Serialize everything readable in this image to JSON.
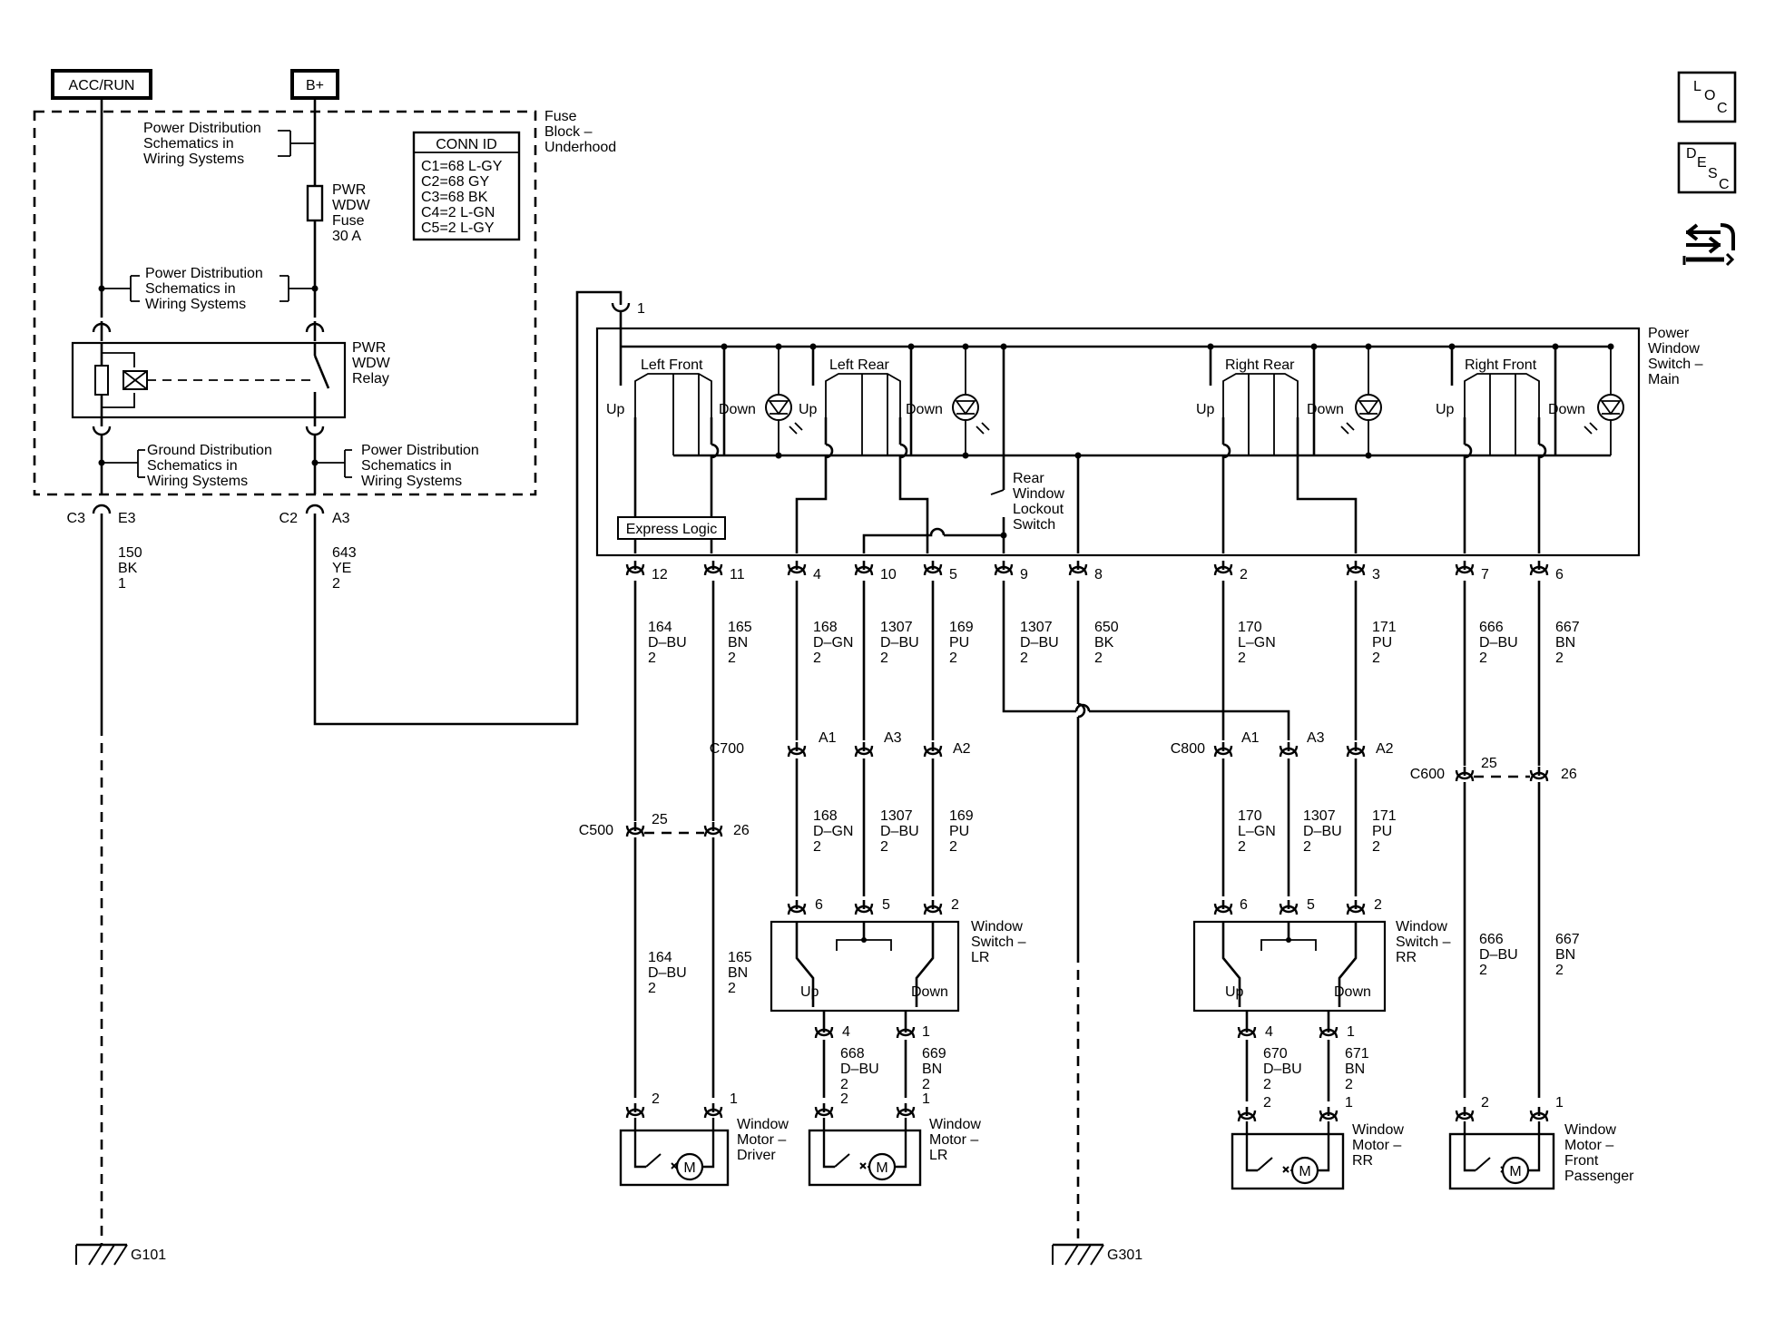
{
  "supplies": {
    "acc_run": "ACC/RUN",
    "b_plus": "B+"
  },
  "fuse_block": {
    "title": [
      "Fuse",
      "Block –",
      "Underhood"
    ],
    "pd_schem_1": [
      "Power Distribution",
      "Schematics in",
      "Wiring Systems"
    ],
    "pd_schem_2": [
      "Power Distribution",
      "Schematics in",
      "Wiring Systems"
    ],
    "ground_schem": [
      "Ground Distribution",
      "Schematics in",
      "Wiring Systems"
    ],
    "pd_schem_3": [
      "Power Distribution",
      "Schematics in",
      "Wiring Systems"
    ],
    "fuse": [
      "PWR",
      "WDW",
      "Fuse",
      "30 A"
    ],
    "relay": [
      "PWR",
      "WDW",
      "Relay"
    ]
  },
  "conn_id": {
    "title": "CONN ID",
    "rows": [
      "C1=68 L-GY",
      "C2=68 GY",
      "C3=68 BK",
      "C4=2 L-GN",
      "C5=2 L-GY"
    ]
  },
  "fuse_block_connectors": {
    "c3": "C3",
    "e3": "E3",
    "c2": "C2",
    "a3": "A3",
    "wire_150": [
      "150",
      "BK",
      "1"
    ],
    "wire_643": [
      "643",
      "YE",
      "2"
    ]
  },
  "main_switch": {
    "title": [
      "Power",
      "Window",
      "Switch –",
      "Main"
    ],
    "pin_1": "1",
    "left_front": "Left Front",
    "left_rear": "Left Rear",
    "right_rear": "Right Rear",
    "right_front": "Right Front",
    "up": "Up",
    "down": "Down",
    "lockout": [
      "Rear",
      "Window",
      "Lockout",
      "Switch"
    ],
    "express_logic": "Express Logic",
    "pins": [
      "12",
      "11",
      "4",
      "10",
      "5",
      "9",
      "8",
      "2",
      "3",
      "7",
      "6"
    ]
  },
  "wires_top": {
    "w164": [
      "164",
      "D–BU",
      "2"
    ],
    "w165": [
      "165",
      "BN",
      "2"
    ],
    "w168": [
      "168",
      "D–GN",
      "2"
    ],
    "w1307a": [
      "1307",
      "D–BU",
      "2"
    ],
    "w169": [
      "169",
      "PU",
      "2"
    ],
    "w1307b": [
      "1307",
      "D–BU",
      "2"
    ],
    "w650": [
      "650",
      "BK",
      "2"
    ],
    "w170": [
      "170",
      "L–GN",
      "2"
    ],
    "w171": [
      "171",
      "PU",
      "2"
    ],
    "w666": [
      "666",
      "D–BU",
      "2"
    ],
    "w667": [
      "667",
      "BN",
      "2"
    ]
  },
  "inline_connectors": {
    "c700": "C700",
    "c800": "C800",
    "c500": "C500",
    "c600": "C600",
    "a1": "A1",
    "a3": "A3",
    "a2": "A2",
    "p25": "25",
    "p26": "26"
  },
  "wires_mid": {
    "w168": [
      "168",
      "D–GN",
      "2"
    ],
    "w1307a": [
      "1307",
      "D–BU",
      "2"
    ],
    "w169": [
      "169",
      "PU",
      "2"
    ],
    "w170": [
      "170",
      "L–GN",
      "2"
    ],
    "w1307b": [
      "1307",
      "D–BU",
      "2"
    ],
    "w171": [
      "171",
      "PU",
      "2"
    ],
    "w164": [
      "164",
      "D–BU",
      "2"
    ],
    "w165": [
      "165",
      "BN",
      "2"
    ],
    "w666": [
      "666",
      "D–BU",
      "2"
    ],
    "w667": [
      "667",
      "BN",
      "2"
    ]
  },
  "door_switches": {
    "lr_title": [
      "Window",
      "Switch –",
      "LR"
    ],
    "rr_title": [
      "Window",
      "Switch –",
      "RR"
    ],
    "pin6": "6",
    "pin5": "5",
    "pin2": "2",
    "pin4": "4",
    "pin1": "1",
    "up": "Up",
    "down": "Down",
    "w668": [
      "668",
      "D–BU",
      "2"
    ],
    "w669": [
      "669",
      "BN",
      "2"
    ],
    "w670": [
      "670",
      "D–BU",
      "2"
    ],
    "w671": [
      "671",
      "BN",
      "2"
    ]
  },
  "motors": {
    "driver": [
      "Window",
      "Motor –",
      "Driver"
    ],
    "lr": [
      "Window",
      "Motor –",
      "LR"
    ],
    "rr": [
      "Window",
      "Motor –",
      "RR"
    ],
    "front_passenger": [
      "Window",
      "Motor –",
      "Front",
      "Passenger"
    ],
    "pin2": "2",
    "pin1": "1",
    "m": "M"
  },
  "grounds": {
    "g101": "G101",
    "g301": "G301"
  },
  "nav": {
    "loc_icon": "LOC",
    "desc_icon": "DESC"
  }
}
